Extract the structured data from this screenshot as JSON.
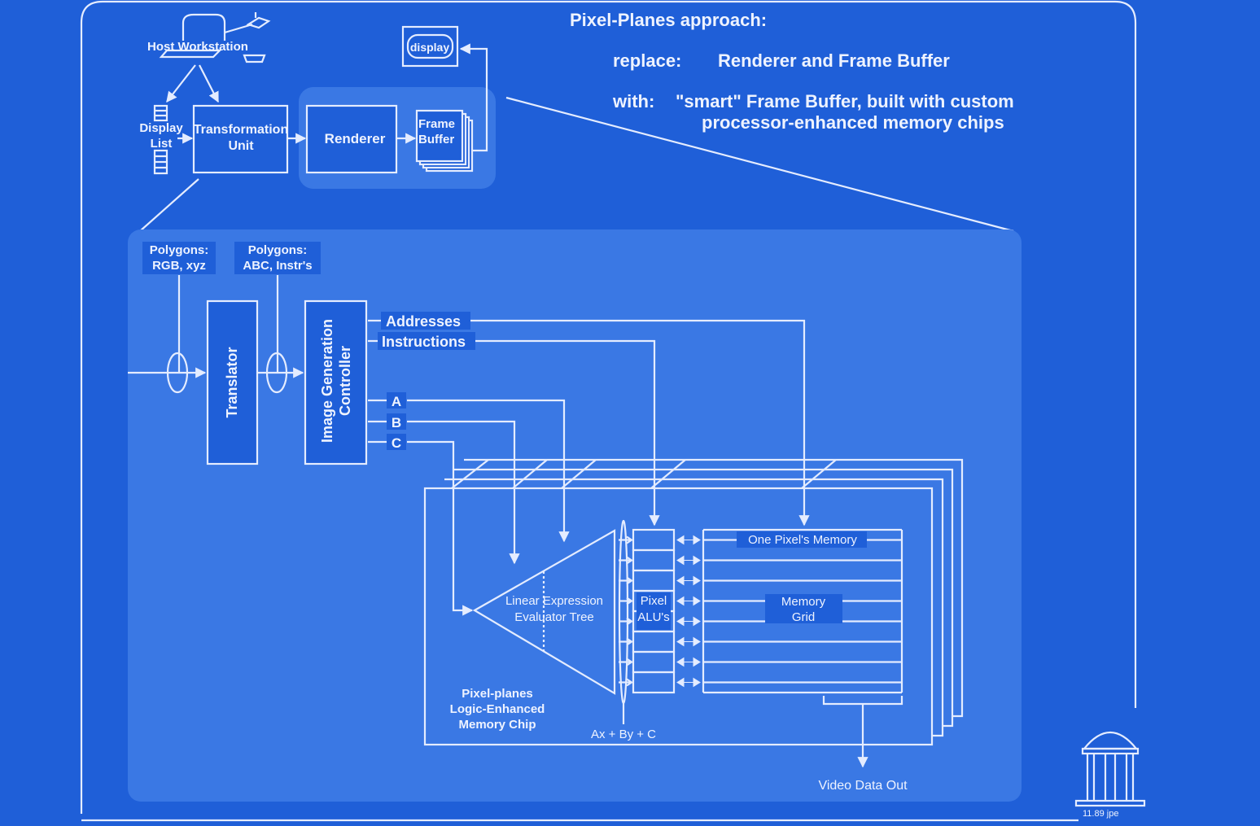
{
  "title": {
    "heading": "Pixel-Planes  approach:",
    "replace_label": "replace:",
    "replace_value": "Renderer and Frame Buffer",
    "with_label": "with:",
    "with_line1": "\"smart\" Frame Buffer, built with custom",
    "with_line2": "processor-enhanced memory chips"
  },
  "pipeline": {
    "host": "Host Workstation",
    "display_list": [
      "Display",
      "List"
    ],
    "transformation": [
      "Transformation",
      "Unit"
    ],
    "renderer": "Renderer",
    "frame_buffer": [
      "Frame",
      "Buffer"
    ],
    "display": "display"
  },
  "detail": {
    "polygons1": [
      "Polygons:",
      "RGB, xyz"
    ],
    "polygons2": [
      "Polygons:",
      "ABC, Instr's"
    ],
    "translator": "Translator",
    "igc": [
      "Image Generation",
      "Controller"
    ],
    "addresses": "Addresses",
    "instructions": "Instructions",
    "a": "A",
    "b": "B",
    "c": "C",
    "tree": [
      "Linear Expression",
      "Evaluator Tree"
    ],
    "alu": [
      "Pixel",
      "ALU's"
    ],
    "pixel_memory": "One Pixel's Memory",
    "grid": [
      "Memory",
      "Grid"
    ],
    "chip": [
      "Pixel-planes",
      "Logic-Enhanced",
      "Memory Chip"
    ],
    "formula": "Ax + By + C",
    "video_out": "Video Data Out"
  },
  "footer": {
    "credit": "11.89 jpe"
  },
  "colors": {
    "background": "#1f5fd8",
    "panel": "#3a78e4",
    "line": "#e4ecff"
  }
}
